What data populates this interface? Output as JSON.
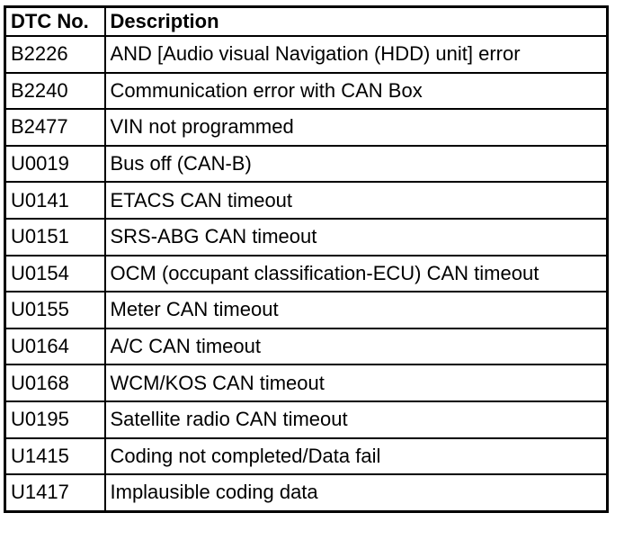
{
  "table": {
    "headers": {
      "code": "DTC No.",
      "description": "Description"
    },
    "rows": [
      {
        "code": "B2226",
        "description": "AND [Audio visual Navigation (HDD) unit] error"
      },
      {
        "code": "B2240",
        "description": "Communication error with CAN Box"
      },
      {
        "code": "B2477",
        "description": "VIN not programmed"
      },
      {
        "code": "U0019",
        "description": "Bus off (CAN-B)"
      },
      {
        "code": "U0141",
        "description": "ETACS CAN timeout"
      },
      {
        "code": "U0151",
        "description": "SRS-ABG CAN timeout"
      },
      {
        "code": "U0154",
        "description": "OCM (occupant classification-ECU) CAN timeout"
      },
      {
        "code": "U0155",
        "description": "Meter CAN timeout"
      },
      {
        "code": "U0164",
        "description": "A/C CAN timeout"
      },
      {
        "code": "U0168",
        "description": "WCM/KOS CAN timeout"
      },
      {
        "code": "U0195",
        "description": "Satellite radio CAN timeout"
      },
      {
        "code": "U1415",
        "description": "Coding not completed/Data fail"
      },
      {
        "code": "U1417",
        "description": "Implausible coding data"
      }
    ]
  }
}
